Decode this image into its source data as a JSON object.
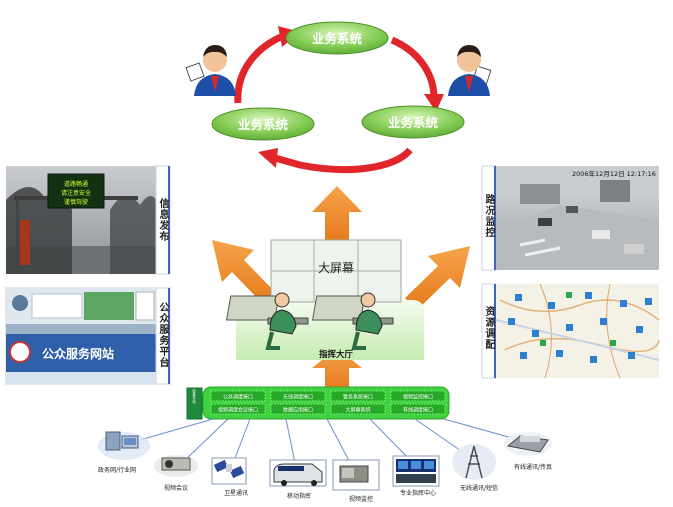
{
  "cycle": {
    "top": "业务系统",
    "left": "业务系统",
    "right": "业务系统"
  },
  "panels": {
    "info_release": "信息发布",
    "public_service": "公众服务平台",
    "road_monitor": "路况监控",
    "resource_dispatch": "资源调配"
  },
  "road_camera_timestamp": "2006年12月12日  12:17:16",
  "center": {
    "screen_label": "大屏幕",
    "hall_label": "指挥大厅"
  },
  "bus": {
    "side_label": "信息总线",
    "modules": [
      [
        "公共调度接口",
        "无线调度接口",
        "警务系统接口",
        "视频监控接口"
      ],
      [
        "视频调度会议接口",
        "数据应用接口",
        "大屏幕系统",
        "有线调度接口"
      ]
    ]
  },
  "devices": [
    "政务网/行业网",
    "视频会议",
    "卫星通讯",
    "移动指挥",
    "视频监控",
    "专业指挥中心",
    "无线通讯/短信",
    "有线通讯/传真"
  ],
  "colors": {
    "pill_green": "#7ec850",
    "arrow_red": "#e0262b",
    "arrow_orange": "#f08a2c",
    "bus_green": "#3fd13f",
    "module_green": "#27a827"
  }
}
